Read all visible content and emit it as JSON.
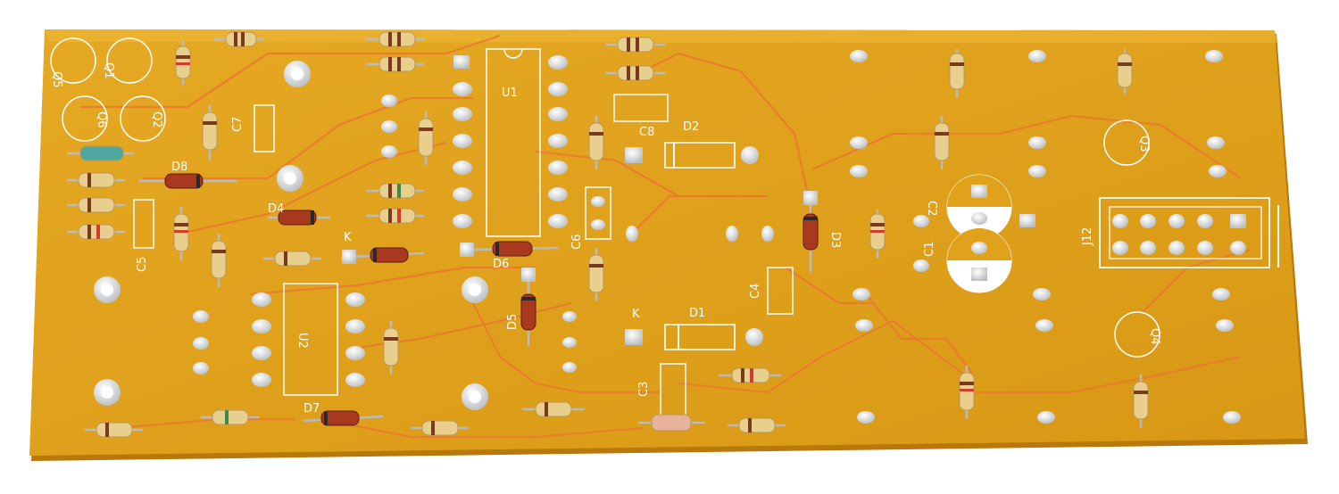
{
  "image": {
    "description_colors": {
      "board": "#e1a21b",
      "board_edge": "#c2820f",
      "trace": "#e8752c",
      "silkscreen": "#ffffff",
      "pad": "#d9dcde"
    }
  },
  "silkscreen_labels": {
    "q5": "Q5",
    "q1": "Q1",
    "q6": "Q6",
    "q2": "Q2",
    "q3": "Q3",
    "q4": "Q4",
    "u1": "U1",
    "u2": "U2",
    "c1": "C1",
    "c2": "C2",
    "c3": "C3",
    "c4": "C4",
    "c5": "C5",
    "c6": "C6",
    "c7": "C7",
    "c8": "C8",
    "d1": "D1",
    "d2": "D2",
    "d3": "D3",
    "d4": "D4",
    "d5": "D5",
    "d6": "D6",
    "d7": "D7",
    "d8": "D8",
    "j12": "J12",
    "k1": "K",
    "k2": "K"
  }
}
